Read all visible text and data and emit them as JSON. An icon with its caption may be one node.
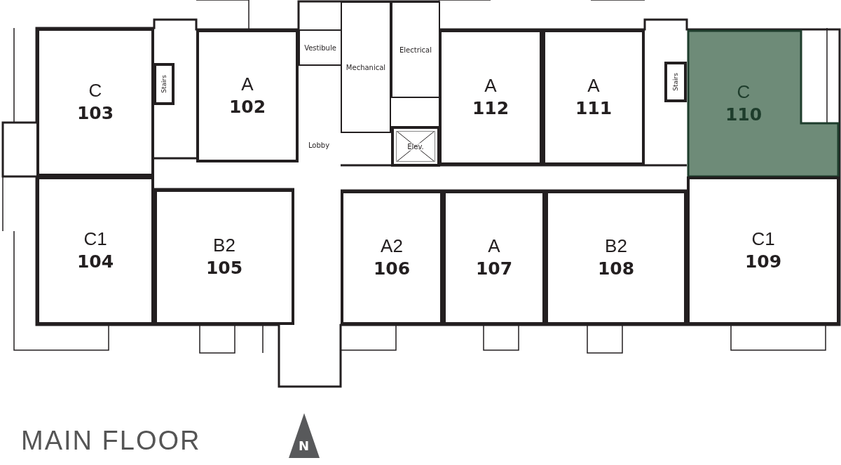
{
  "diagram": {
    "title": "MAIN FLOOR",
    "nodes": [
      {
        "text": [
          "C",
          "103"
        ]
      },
      {
        "text": [
          "Stairs"
        ]
      },
      {
        "text": [
          "A",
          "102"
        ]
      },
      {
        "text": [
          "Vestibule"
        ]
      },
      {
        "text": [
          "Mechanical"
        ]
      },
      {
        "text": [
          "Electrical"
        ]
      },
      {
        "text": [
          "A",
          "112"
        ]
      },
      {
        "text": [
          "A",
          "111"
        ]
      },
      {
        "text": [
          "Stairs"
        ]
      },
      {
        "text": [
          "C",
          "110"
        ]
      },
      {
        "text": [
          "Lobby"
        ]
      },
      {
        "text": [
          "Elev."
        ]
      },
      {
        "text": [
          "C1",
          "104"
        ]
      },
      {
        "text": [
          "B2",
          "105"
        ]
      },
      {
        "text": [
          "A2",
          "106"
        ]
      },
      {
        "text": [
          "A",
          "107"
        ]
      },
      {
        "text": [
          "B2",
          "108"
        ]
      },
      {
        "text": [
          "C1",
          "109"
        ]
      }
    ],
    "edges": [],
    "labels": [
      "N"
    ]
  }
}
